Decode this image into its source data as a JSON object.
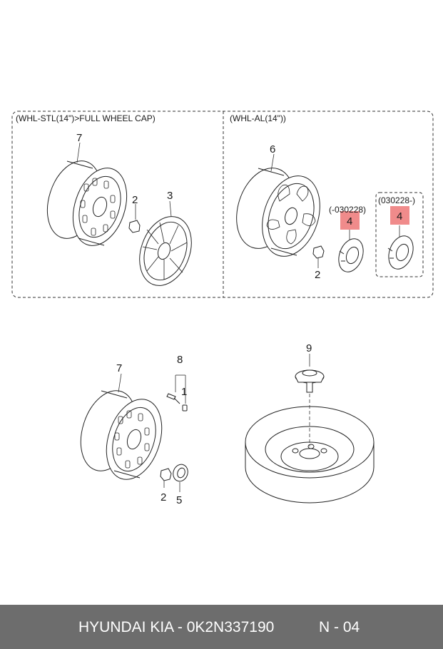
{
  "sections": {
    "steel": "(WHL-STL(14\")>FULL WHEEL CAP)",
    "alloy": "(WHL-AL(14\"))"
  },
  "callouts": {
    "steel_wheel": "7",
    "steel_nut": "2",
    "wheel_cap": "3",
    "alloy_wheel": "6",
    "alloy_nut": "2",
    "center_cap_early": "4",
    "center_cap_late": "4",
    "spare_wheel": "7",
    "spare_nut": "2",
    "valve_group": "8",
    "valve": "1",
    "hub_cap": "5",
    "carrier_bolt": "9"
  },
  "date_ranges": {
    "early": "(-030228)",
    "late": "(030228-)"
  },
  "highlight_color": "#f08b8b",
  "footer": {
    "brand": "HYUNDAI  KIA - 0K2N337190",
    "page": "N - 04"
  }
}
